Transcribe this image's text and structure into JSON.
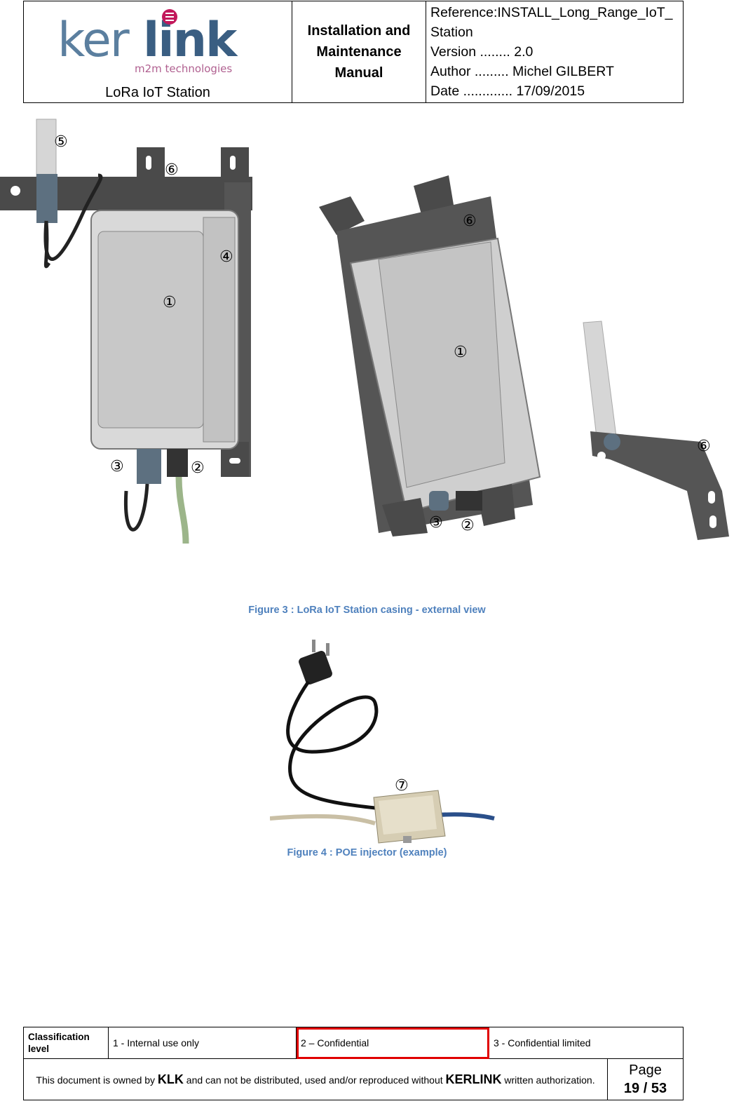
{
  "header": {
    "logo_text": "kerlink",
    "logo_tagline": "m2m technologies",
    "station_label": "LoRa IoT Station",
    "manual_title": [
      "Installation and",
      "Maintenance",
      "Manual"
    ],
    "reference": "Reference:INSTALL_Long_Range_IoT_Station",
    "reference_line1": "Reference:INSTALL_Long_Range_IoT_",
    "reference_line2": "Station",
    "version": "Version ........ 2.0",
    "author": "Author ......... Michel GILBERT",
    "date": "Date ............. 17/09/2015"
  },
  "figure3": {
    "caption": "Figure 3 : LoRa IoT Station casing - external view",
    "markers": {
      "m1a": "①",
      "m2a": "②",
      "m3a": "③",
      "m4a": "④",
      "m5a": "⑤",
      "m6a": "⑥",
      "m1b": "①",
      "m2b": "②",
      "m3b": "③",
      "m6b": "⑥",
      "m6c": "⑥"
    }
  },
  "figure4": {
    "caption": "Figure 4 : POE injector (example)",
    "marker": "⑦"
  },
  "footer": {
    "classification_label": "Classification level",
    "level1": "1 - Internal use only",
    "level2": "2 – Confidential",
    "level3": "3 - Confidential limited",
    "ownership_pre": "This document is owned by ",
    "owner_brand": "KLK",
    "ownership_mid": " and can not be distributed, used and/or reproduced  without ",
    "company_brand": "KERLINK",
    "ownership_post": "  written authorization.",
    "page_label": "Page",
    "page_number": "19 / 53"
  },
  "colors": {
    "caption_blue": "#4f81bd",
    "highlight_red": "#e00000",
    "logo_blue": "#4a6e8e",
    "logo_pink": "#c2185b"
  }
}
